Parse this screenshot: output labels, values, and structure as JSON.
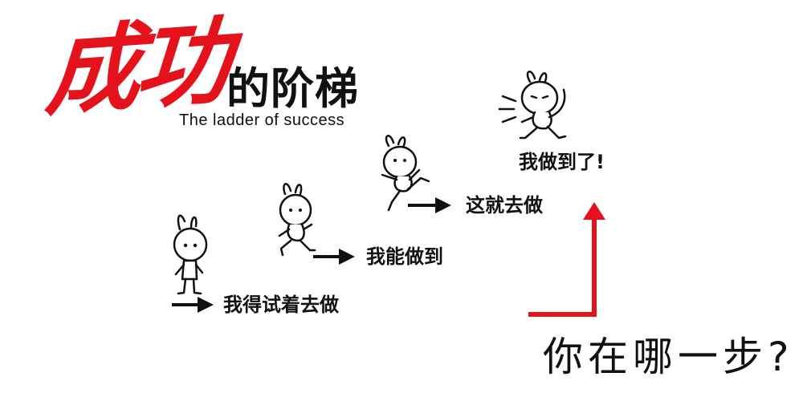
{
  "title": {
    "red": "成功",
    "black": "的阶梯",
    "subtitle": "The ladder of success"
  },
  "steps": [
    {
      "label": "我得试着去做",
      "figure": "rabbit-standing-icon"
    },
    {
      "label": "我能做到",
      "figure": "rabbit-walking-icon"
    },
    {
      "label": "这就去做",
      "figure": "rabbit-running-icon"
    },
    {
      "label": "我做到了!",
      "figure": "rabbit-victory-icon"
    }
  ],
  "question": "你在哪一步?",
  "colors": {
    "accent": "#e4121a",
    "ink": "#111111",
    "background": "#ffffff"
  }
}
